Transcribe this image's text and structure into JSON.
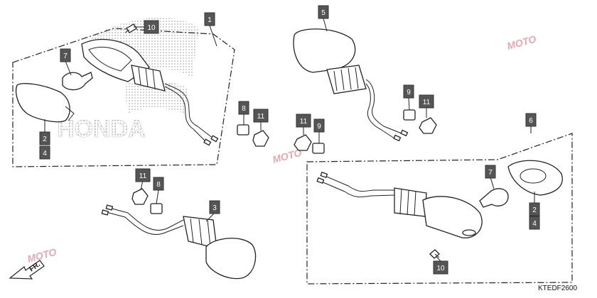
{
  "diagram": {
    "code": "KTEDF2600",
    "direction_label": "FR.",
    "callouts": {
      "c1": "1",
      "c2a": "2",
      "c4a": "4",
      "c7a": "7",
      "c10a": "10",
      "c8a": "8",
      "c11a": "11",
      "c5": "5",
      "c9a": "9",
      "c11b": "11",
      "c11c": "11",
      "c9b": "9",
      "c6": "6",
      "c7b": "7",
      "c2b": "2",
      "c4b": "4",
      "c10b": "10",
      "c11d": "11",
      "c8b": "8",
      "c3": "3"
    },
    "brand_text": "HONDA",
    "watermark": "MOTO"
  },
  "colors": {
    "tag_fill": "#555555",
    "line": "#222222"
  }
}
